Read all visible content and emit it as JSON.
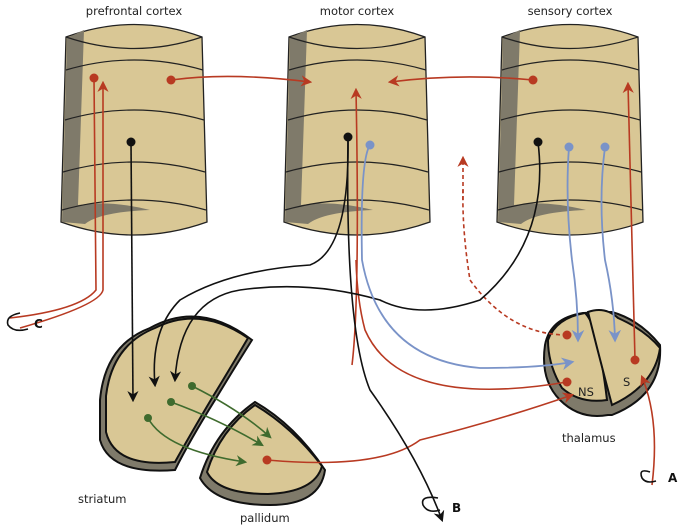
{
  "labels": {
    "prefrontal": "prefrontal cortex",
    "motor": "motor cortex",
    "sensory": "sensory cortex",
    "striatum": "striatum",
    "pallidum": "pallidum",
    "thalamus": "thalamus",
    "ns": "NS",
    "s": "S",
    "a": "A",
    "b": "B",
    "c": "C"
  },
  "colors": {
    "tissue": "#d9c795",
    "shadow": "#7f7a6a",
    "red_path": "#b83a22",
    "black_path": "#111111",
    "blue_path": "#7a93c8",
    "green_path": "#3f6b2e"
  }
}
